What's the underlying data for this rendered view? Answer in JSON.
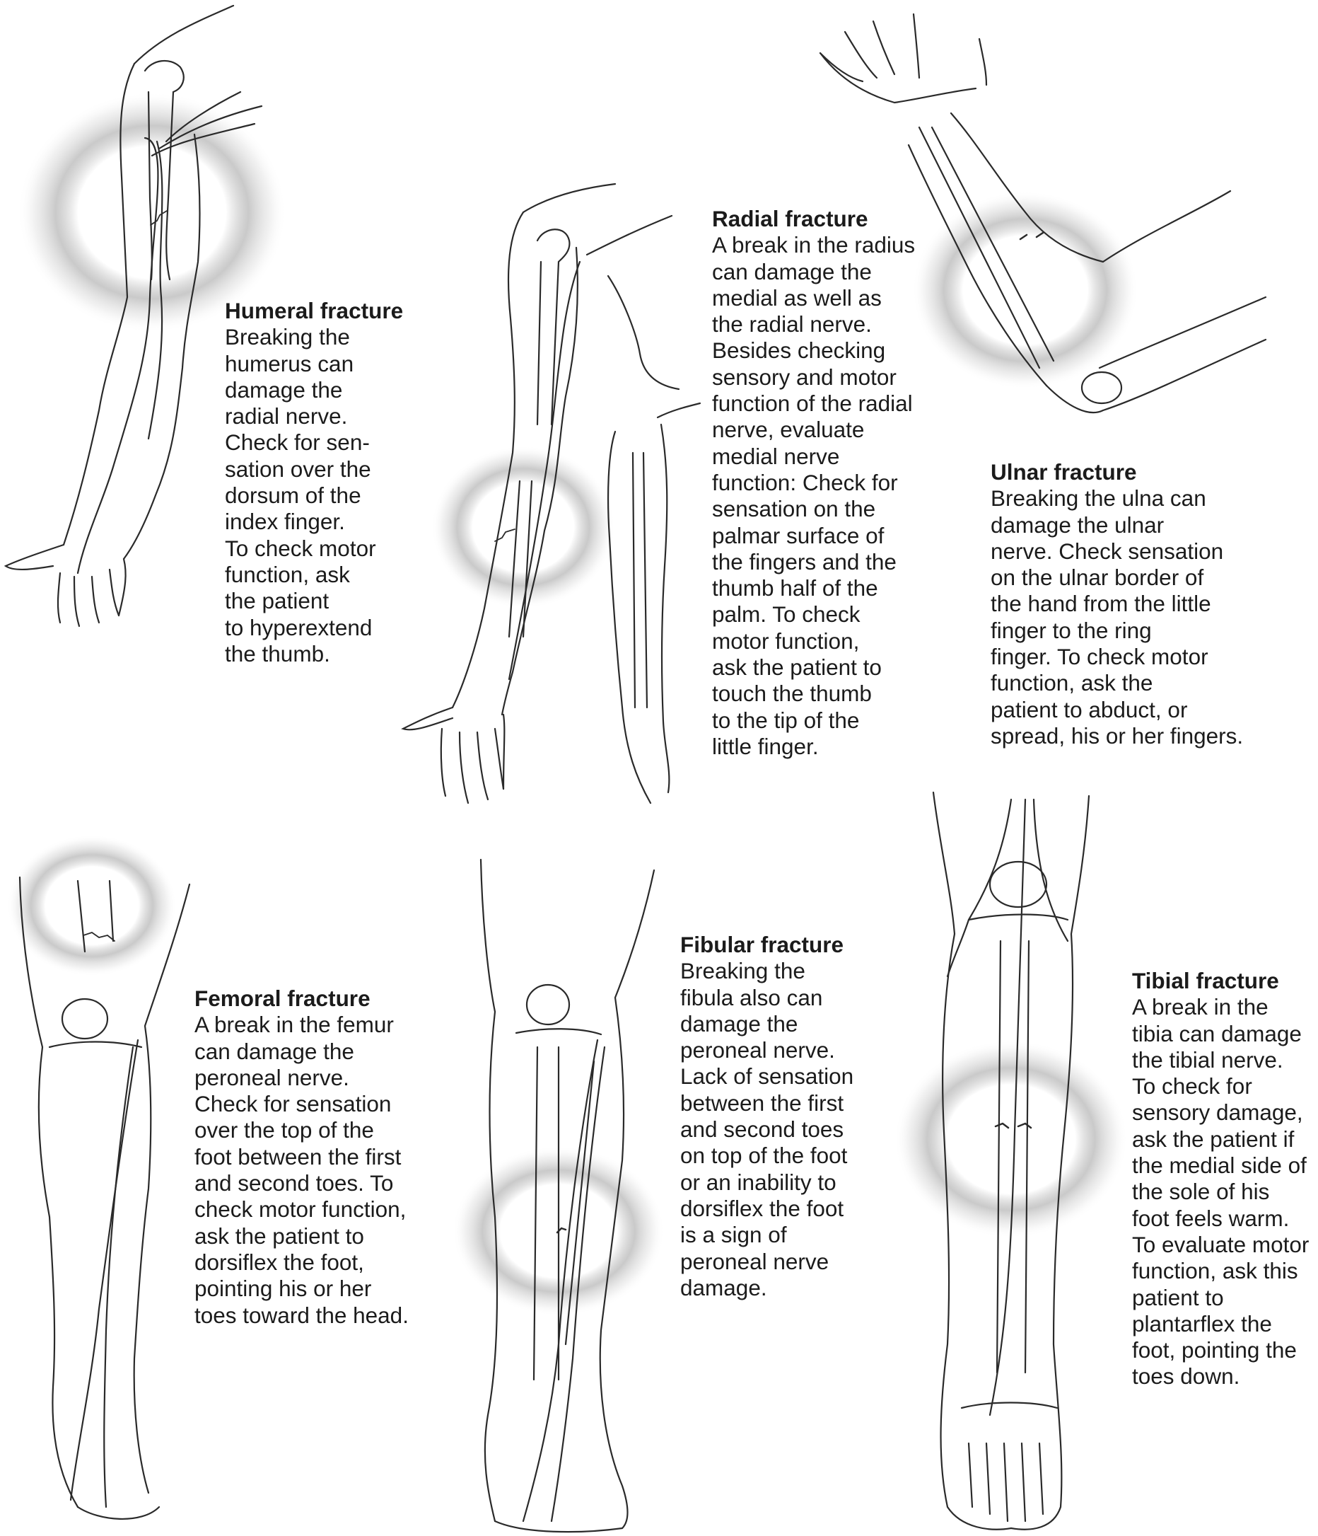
{
  "figures": [
    {
      "id": "humeral",
      "title": "Humeral fracture",
      "lines": [
        "Breaking the",
        "humerus can",
        "damage the",
        "radial nerve.",
        "Check for sen-",
        "sation over the",
        "dorsum of the",
        "index finger.",
        "To check motor",
        "function, ask",
        "the patient",
        "to hyperextend",
        "the thumb."
      ],
      "illustration": "arm-with-fractured-humerus"
    },
    {
      "id": "radial",
      "title": "Radial fracture",
      "lines": [
        "A break in the radius",
        "can damage the",
        "medial as well as",
        "the radial nerve.",
        "Besides checking",
        "sensory and motor",
        "function of the radial",
        "nerve, evaluate",
        "medial nerve",
        "function: Check for",
        "sensation on the",
        "palmar surface of",
        "the fingers and the",
        "thumb half of the",
        "palm. To check",
        "motor function,",
        "ask the patient to",
        "touch the thumb",
        "to the tip of the",
        "little finger."
      ],
      "illustration": "arm-with-fractured-radius"
    },
    {
      "id": "ulnar",
      "title": "Ulnar fracture",
      "lines": [
        "Breaking the ulna can",
        "damage the ulnar",
        "nerve. Check sensation",
        "on the ulnar border of",
        "the hand from the little",
        "finger to the ring",
        "finger. To check motor",
        "function, ask the",
        "patient to abduct, or",
        "spread, his or her fingers."
      ],
      "illustration": "forearm-with-fractured-ulna"
    },
    {
      "id": "femoral",
      "title": "Femoral fracture",
      "lines": [
        "A break in the femur",
        "can damage the",
        "peroneal nerve.",
        "Check for sensation",
        "over the top of the",
        "foot between the first",
        "and second toes. To",
        "check motor function,",
        "ask the patient to",
        "dorsiflex the foot,",
        "pointing his or her",
        "toes toward the head."
      ],
      "illustration": "leg-with-fractured-femur"
    },
    {
      "id": "fibular",
      "title": "Fibular fracture",
      "lines": [
        "Breaking the",
        "fibula also can",
        "damage the",
        "peroneal nerve.",
        "Lack of sensation",
        "between the first",
        "and second toes",
        "on top of the foot",
        "or an inability to",
        "dorsiflex the foot",
        "is a sign of",
        "peroneal nerve",
        "damage."
      ],
      "illustration": "leg-with-fractured-fibula"
    },
    {
      "id": "tibial",
      "title": "Tibial fracture",
      "lines": [
        "A break in the",
        "tibia can damage",
        "the tibial nerve.",
        "To check for",
        "sensory damage,",
        "ask the patient if",
        "the medial side of",
        "the sole of his",
        "foot feels warm.",
        "To evaluate motor",
        "function, ask this",
        "patient to",
        "plantarflex the",
        "foot, pointing the",
        "toes down."
      ],
      "illustration": "leg-with-fractured-tibia"
    }
  ],
  "colors": {
    "text": "#1b1b1b",
    "line_art": "#2a2a2a",
    "glow": "#9a9a9a",
    "background": "#ffffff"
  }
}
